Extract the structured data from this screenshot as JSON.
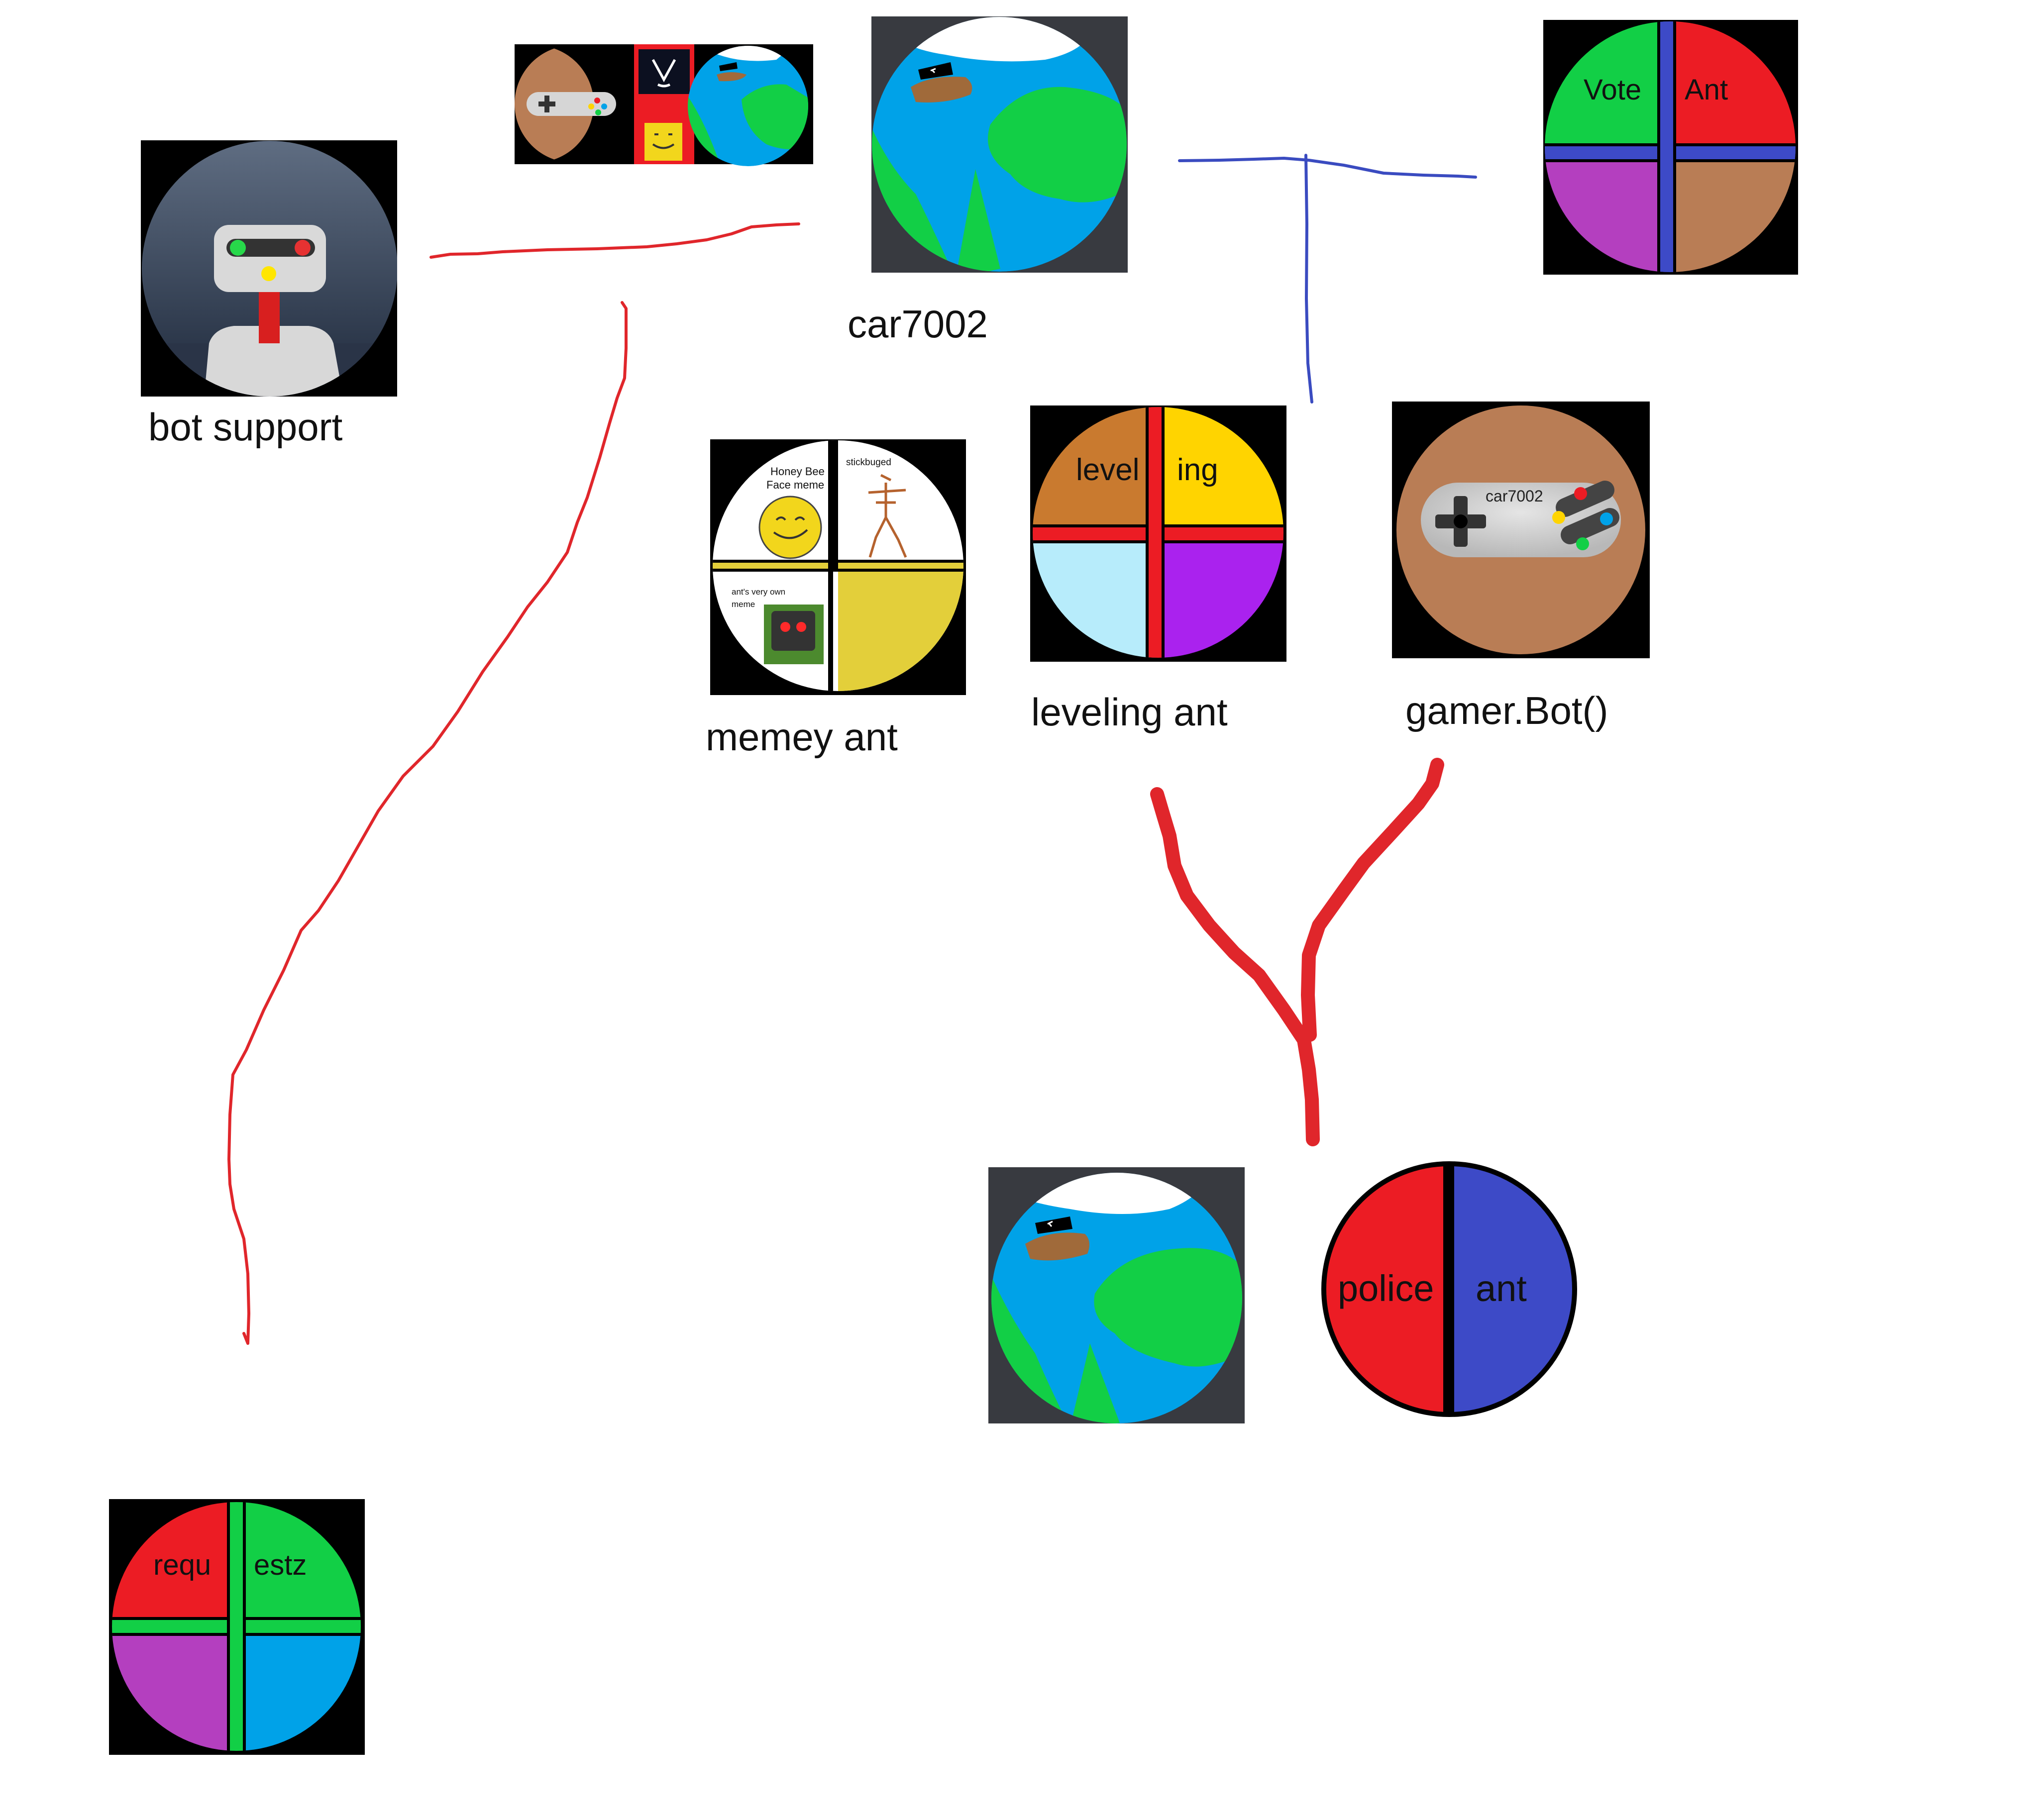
{
  "nodes": {
    "bot_support": {
      "label": "bot support"
    },
    "car7002": {
      "label": "car7002"
    },
    "memey_ant": {
      "label": "memey ant",
      "captions": {
        "honey_bee_line1": "Honey Bee",
        "honey_bee_line2": "Face meme",
        "stickbuged": "stickbuged",
        "own_meme_line1": "ant's very own",
        "own_meme_line2": "meme"
      }
    },
    "leveling_ant": {
      "label": "leveling ant",
      "text_left": "level",
      "text_right": "ing"
    },
    "gamer_bot": {
      "label": "gamer.Bot()",
      "controller_text": "car7002"
    },
    "vote_ant": {
      "text_left": "Vote",
      "text_right": "Ant"
    },
    "police_ant": {
      "text_left": "police",
      "text_right": "ant"
    },
    "requestz": {
      "text_left": "requ",
      "text_right": "estz"
    }
  },
  "colors": {
    "red_line": "#e0262b",
    "blue_line": "#3a4bc0",
    "green": "#12cf46",
    "red": "#ec1c24",
    "purple": "#b43fbf",
    "brown": "#b97d55",
    "blue": "#00a2e8",
    "orange": "#c97a2f",
    "yellow": "#ffd400",
    "light_blue": "#b7ecfb",
    "violet": "#aa22ee",
    "police_blue": "#3d4ac7",
    "meme_yellow": "#e3cf3a"
  }
}
